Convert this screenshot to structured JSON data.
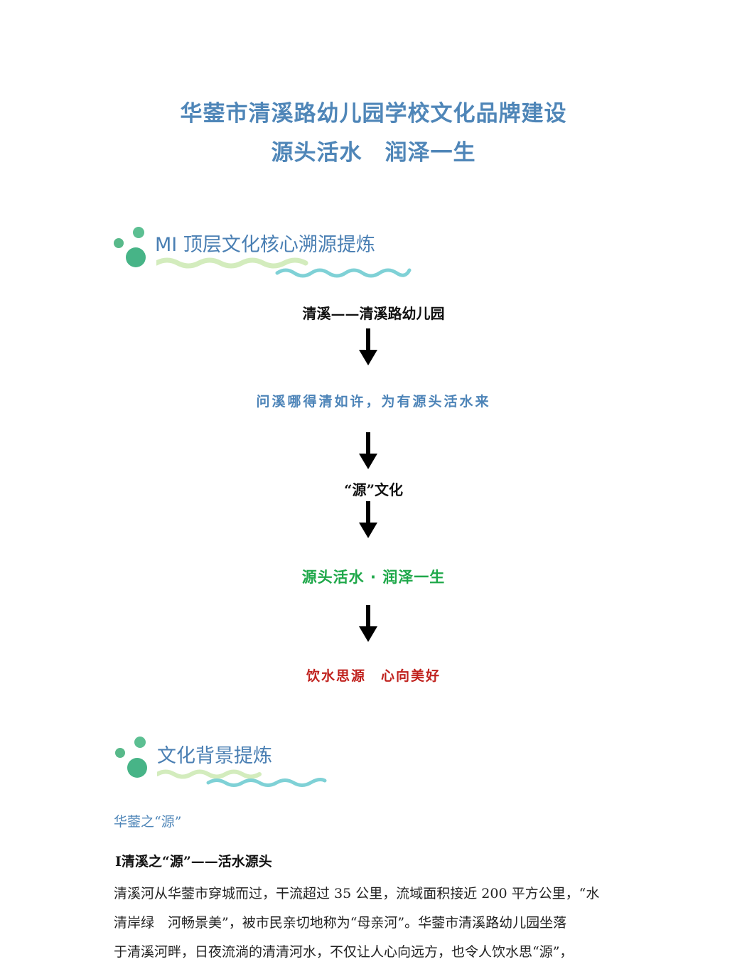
{
  "document": {
    "title_line1": "华蓥市清溪路幼儿园学校文化品牌建设",
    "title_line2": "源头活水　润泽一生"
  },
  "sections": [
    {
      "title": "MI 顶层文化核心溯源提炼"
    },
    {
      "title": "文化背景提炼"
    }
  ],
  "flow": {
    "step1": "清溪——清溪路幼儿园",
    "step2": "问溪哪得清如许，为有源头活水来",
    "step3": "“源”文化",
    "step4": "源头活水 · 润泽一生",
    "step5": "饮水思源　心向美好"
  },
  "background": {
    "subheading": "华蓥之“源”",
    "heading": "Ⅰ清溪之“源”——活水源头",
    "paragraph_lines": [
      "清溪河从华蓥市穿城而过，干流超过 35 公里，流域面积接近 200 平方公里，“水",
      "清岸绿　河畅景美”，被市民亲切地称为“母亲河”。华蓥市清溪路幼儿园坐落",
      "于清溪河畔，日夜流淌的清清河水，不仅让人心向远方，也令人饮水思“源”，"
    ]
  },
  "colors": {
    "title_blue": "#4f86b8",
    "flow_green": "#1fa84a",
    "flow_red": "#c0221e",
    "wave_green": "#cfe9b8",
    "wave_teal": "#7fd1d6"
  }
}
